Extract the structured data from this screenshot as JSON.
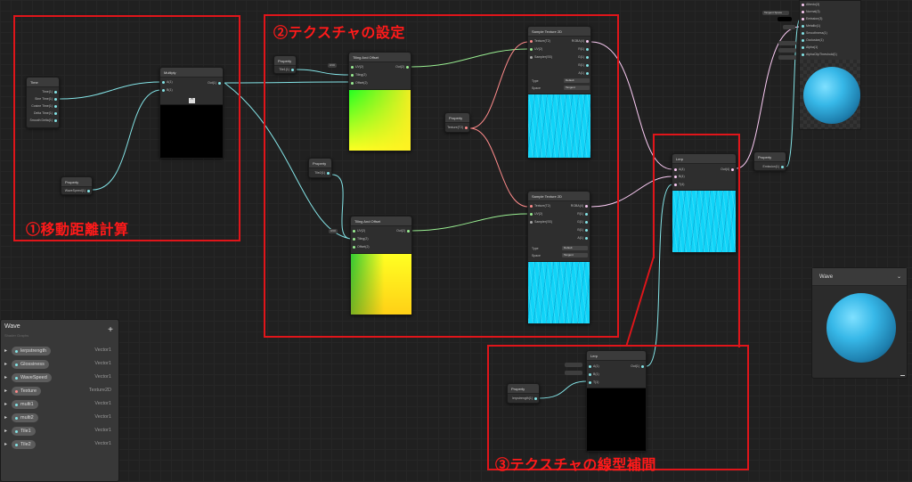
{
  "annotations": {
    "frame1": "①移動距離計算",
    "frame2": "②テクスチャの設定",
    "frame3": "③テクスチャの線型補間"
  },
  "nodes": {
    "time": {
      "title": "Time",
      "outputs": [
        "Time(1)",
        "Sine Time(1)",
        "Cosine Time(1)",
        "Delta Time(1)",
        "Smooth Delta(1)"
      ]
    },
    "property_wavespeed": {
      "title": "Property",
      "output": "WaveSpeed(1)"
    },
    "multiply": {
      "title": "Multiply",
      "inputs": [
        "A(1)",
        "B(1)"
      ],
      "output": "Out(1)",
      "collapse": "^"
    },
    "property_tile1": {
      "title": "Property",
      "output": "Tile1(1)"
    },
    "property_tile2": {
      "title": "Property",
      "output": "Tile2(1)"
    },
    "tiling1": {
      "title": "Tiling And Offset",
      "uv_chip": "UV0",
      "inputs": [
        "UV(2)",
        "Tiling(2)",
        "Offset(2)"
      ],
      "output": "Out(2)"
    },
    "tiling2": {
      "title": "Tiling And Offset",
      "uv_chip": "UV0",
      "inputs": [
        "UV(2)",
        "Tiling(2)",
        "Offset(2)"
      ],
      "output": "Out(2)"
    },
    "property_texture": {
      "title": "Property",
      "output": "Texture(T2)"
    },
    "sample1": {
      "title": "Sample Texture 2D",
      "inputs": [
        "Texture(T2)",
        "UV(2)",
        "Sampler(SS)"
      ],
      "outputs": [
        "RGBA(4)",
        "R(1)",
        "G(1)",
        "B(1)",
        "A(1)"
      ],
      "type_label": "Type",
      "type_value": "Default",
      "space_label": "Space",
      "space_value": "Tangent"
    },
    "sample2": {
      "title": "Sample Texture 2D",
      "inputs": [
        "Texture(T2)",
        "UV(2)",
        "Sampler(SS)"
      ],
      "outputs": [
        "RGBA(4)",
        "R(1)",
        "G(1)",
        "B(1)",
        "A(1)"
      ],
      "type_label": "Type",
      "type_value": "Default",
      "space_label": "Space",
      "space_value": "Tangent"
    },
    "lerp1": {
      "title": "Lerp",
      "inputs": [
        "A(4)",
        "B(4)",
        "T(4)"
      ],
      "output": "Out(4)"
    },
    "lerp2": {
      "title": "Lerp",
      "inputs": [
        "A(1)",
        "B(1)",
        "T(1)"
      ],
      "output": "Out(1)"
    },
    "property_lerpstrength": {
      "title": "Property",
      "output": "lerpstrength(1)"
    },
    "property_emission": {
      "title": "Property",
      "output": "Emission(1)"
    },
    "master": {
      "chip": "Tangent Space",
      "rows": [
        "Albedo(3)",
        "Normal(3)",
        "Emission(3)",
        "Metallic(1)",
        "Smoothness(1)",
        "Occlusion(1)",
        "Alpha(1)",
        "AlphaClipThreshold(1)"
      ]
    }
  },
  "blackboard": {
    "title": "Wave",
    "subtitle": "Shader Graphs",
    "add_icon": "+",
    "properties": [
      {
        "name": "lerpstrength",
        "type": "Vector1"
      },
      {
        "name": "Glossiness",
        "type": "Vector1"
      },
      {
        "name": "WaveSpeed",
        "type": "Vector1"
      },
      {
        "name": "Texture",
        "type": "Texture2D"
      },
      {
        "name": "multi1",
        "type": "Vector1"
      },
      {
        "name": "multi2",
        "type": "Vector1"
      },
      {
        "name": "Tile1",
        "type": "Vector1"
      },
      {
        "name": "Tile2",
        "type": "Vector1"
      }
    ]
  },
  "main_preview": {
    "title": "Wave",
    "chevron": "⌄"
  },
  "colors": {
    "annotation": "#e0151a",
    "wire_float": "#84e4e7",
    "wire_vec2": "#9aef92",
    "wire_vec4": "#fbcbf4",
    "wire_tex": "#ff8b8b"
  }
}
